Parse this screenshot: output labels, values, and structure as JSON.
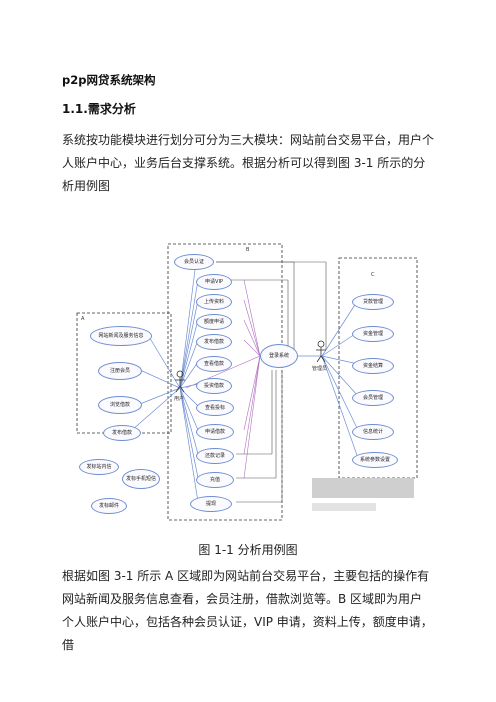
{
  "doc": {
    "title": "p2p网贷系统架构",
    "section_heading": "1.1.需求分析",
    "paragraph1": "系统按功能模块进行划分可分为三大模块：网站前台交易平台，用户个人账户中心，业务后台支撑系统。根据分析可以得到图 3-1 所示的分析用例图",
    "caption": "图 1-1  分析用例图",
    "paragraph2": "根据如图 3-1 所示 A 区域即为网站前台交易平台，主要包括的操作有网站新闻及服务信息查看，会员注册，借款浏览等。B 区域即为用户个人账户中心，包括各种会员认证，VIP 申请，资料上传，额度申请，借"
  },
  "diagram": {
    "zones": {
      "a": "A",
      "b": "B",
      "c": "C"
    },
    "zone_a": [
      "网站新闻及服务信息",
      "注册会员",
      "浏览借款"
    ],
    "zone_a_left": [
      "发布借款",
      "发标站内信",
      "发标手机短信",
      "发标邮件"
    ],
    "zone_b": [
      "会员认证",
      "申请VIP",
      "上传资料",
      "额度申请",
      "发布借款",
      "查看借款",
      "投资借款",
      "查看投标",
      "申请借款",
      "还款记录",
      "充值",
      "提现"
    ],
    "center": "登录系统",
    "zone_c": [
      "贷款管理",
      "资金管理",
      "资金结算",
      "会员管理",
      "信息统计",
      "系统参数设置"
    ],
    "actor_left": "用户",
    "actor_right": "管理员"
  }
}
